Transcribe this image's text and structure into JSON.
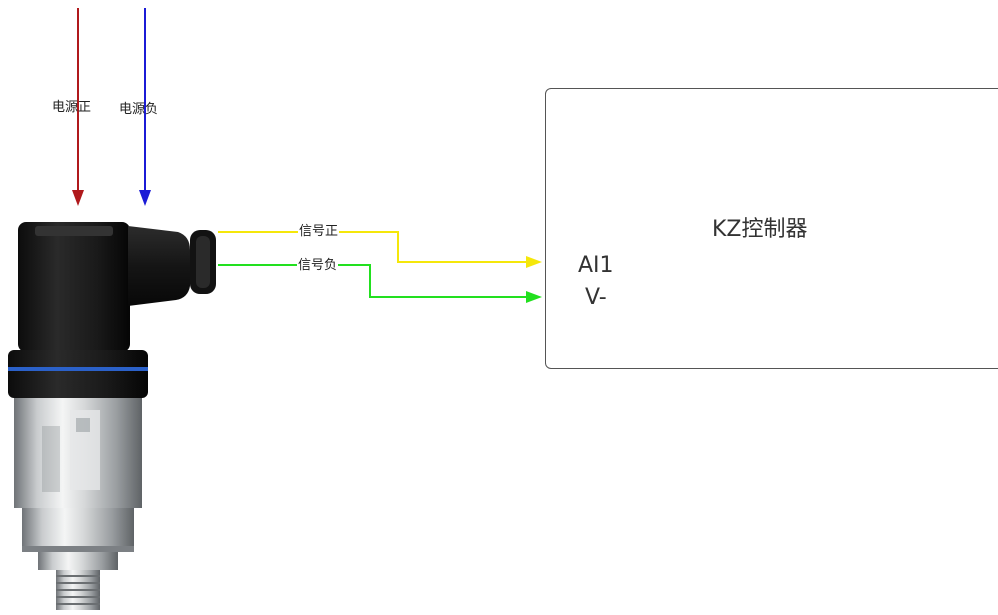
{
  "power": {
    "positive_label": "电源正",
    "negative_label": "电源负",
    "positive_color": "#b0191c",
    "negative_color": "#1b1bd6"
  },
  "signal": {
    "positive_label": "信号正",
    "negative_label": "信号负",
    "positive_color": "#f5e70a",
    "negative_color": "#22e01f"
  },
  "controller": {
    "title": "KZ控制器",
    "port_1": "AI1",
    "port_2": "V-"
  },
  "device": {
    "icon": "pressure-transmitter-icon"
  }
}
